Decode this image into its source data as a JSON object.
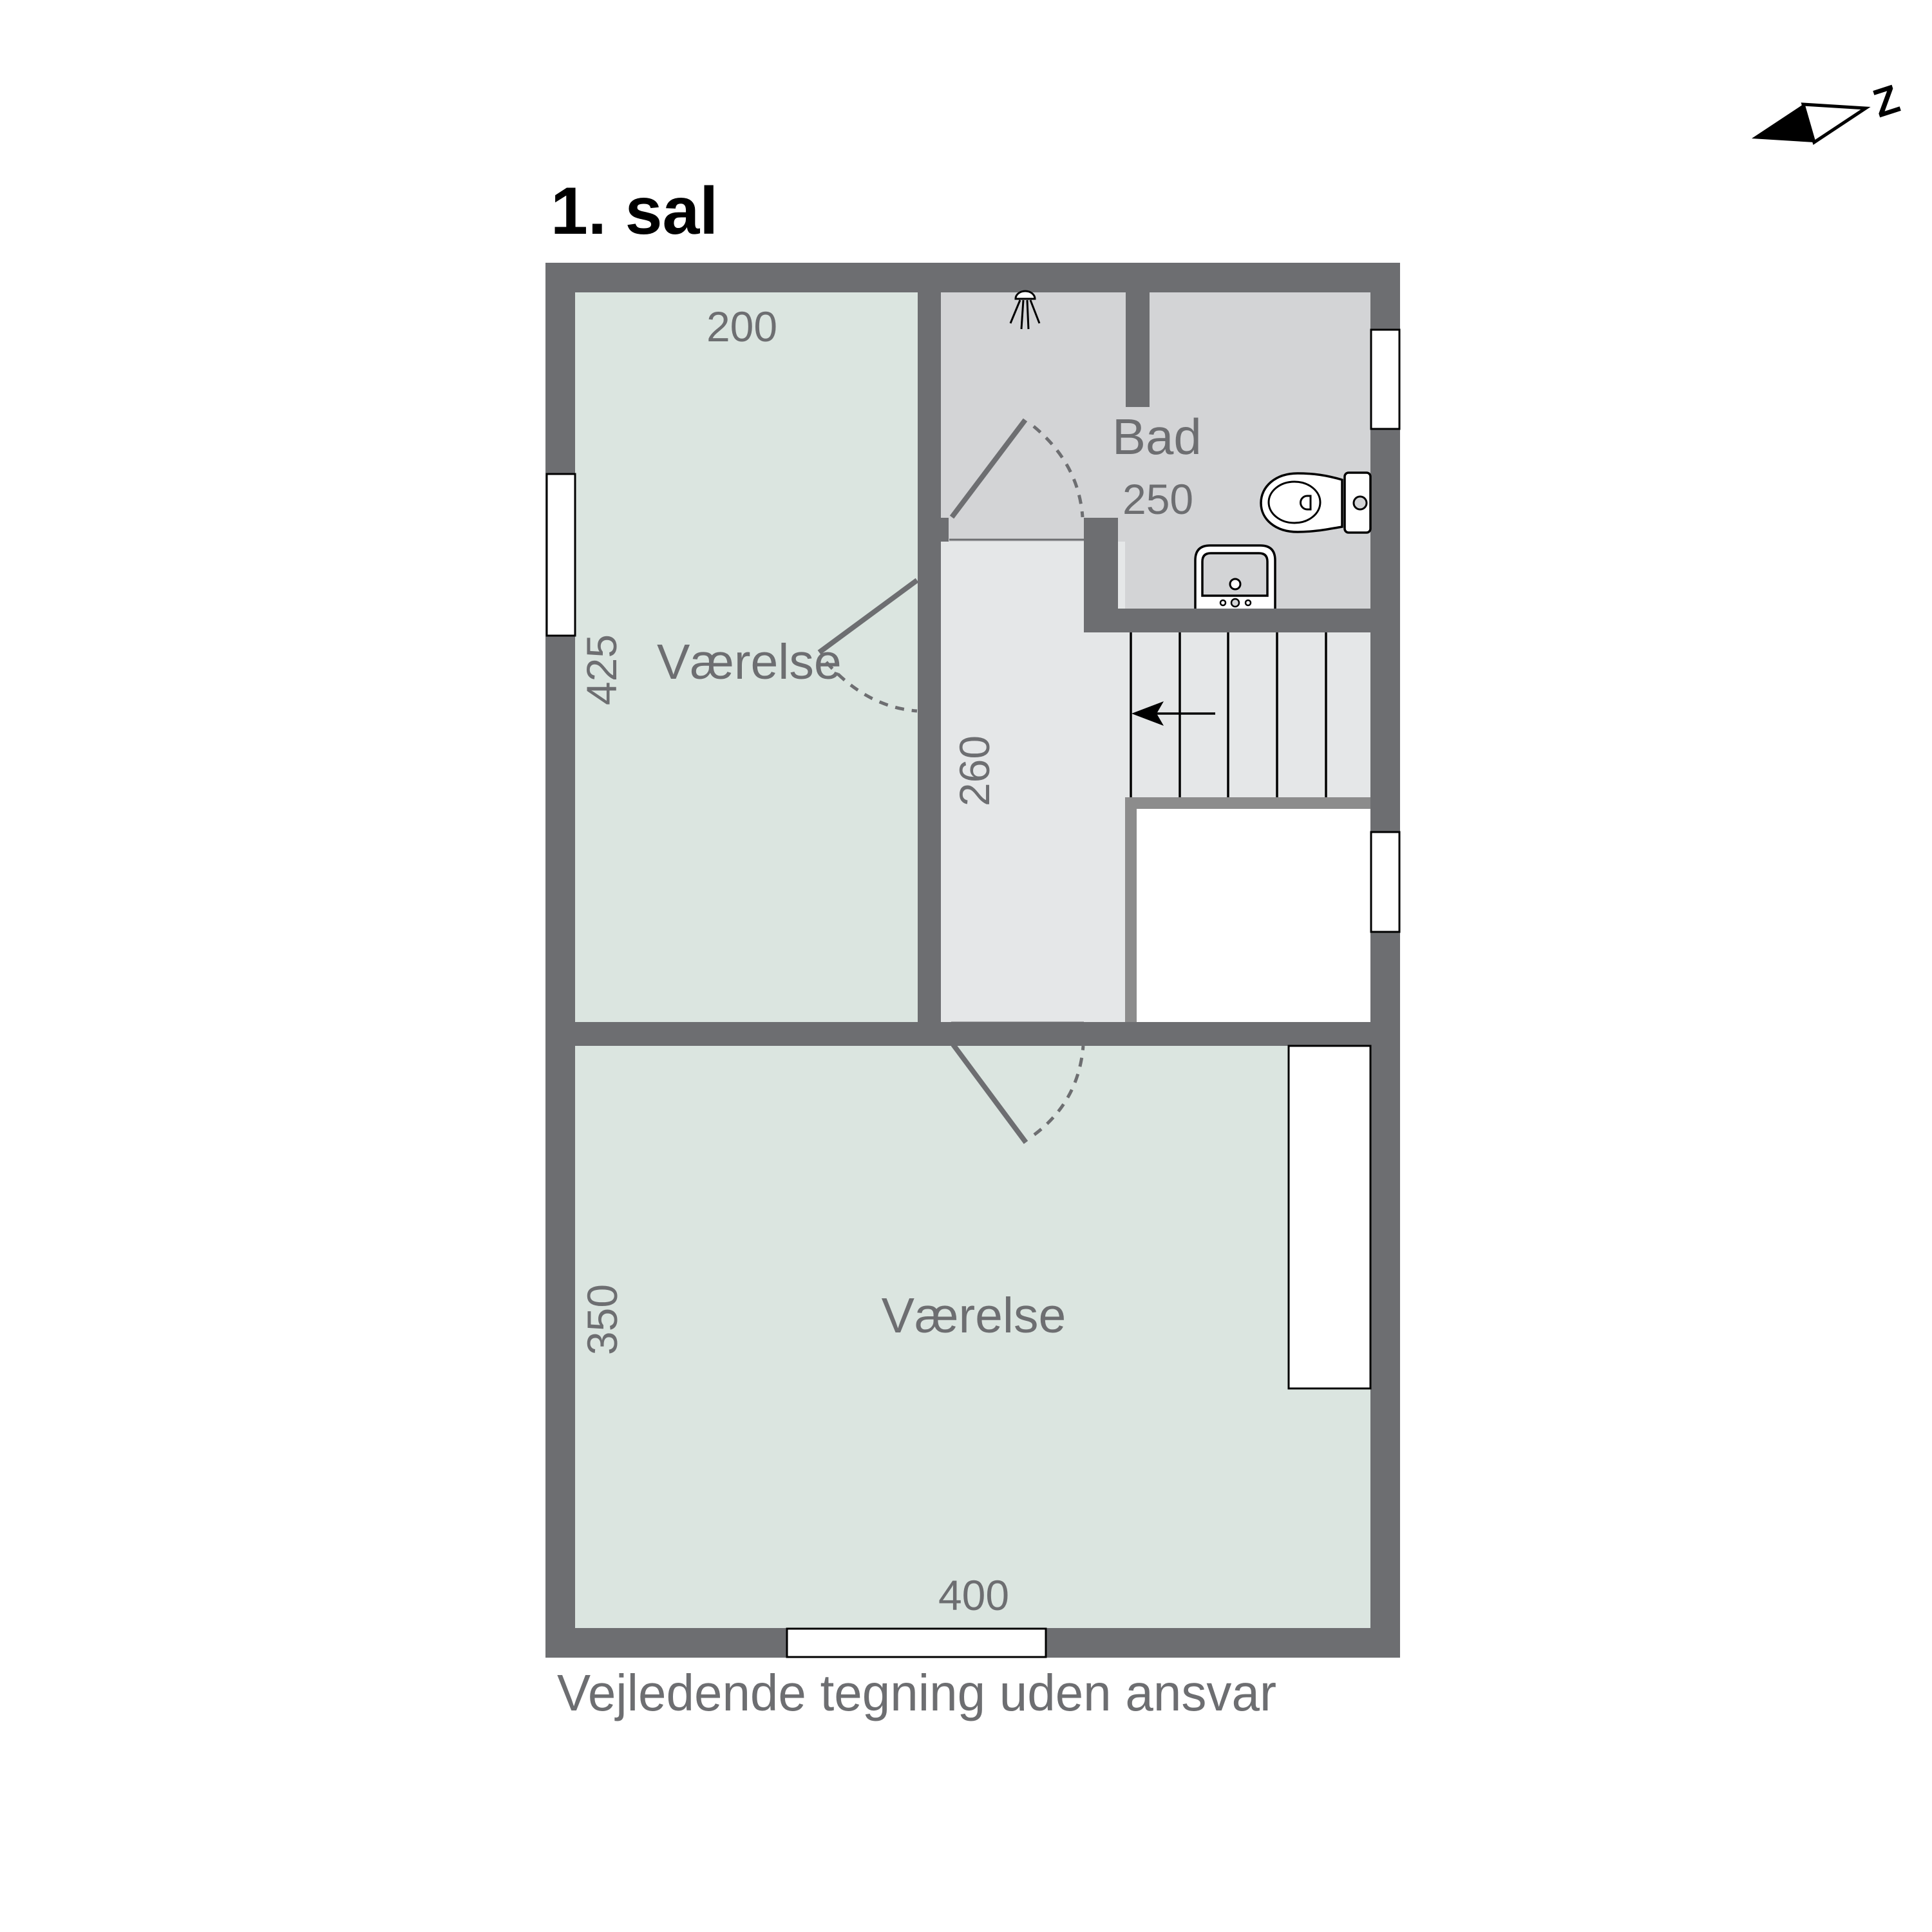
{
  "plan": {
    "title": "1. sal",
    "disclaimer": "Vejledende tegning uden ansvar",
    "compass_label": "Z",
    "colors": {
      "wall": "#6d6e71",
      "bedroom_fill": "#dbe5e0",
      "bath_fill": "#d3d4d6",
      "hall_fill": "#e5e7e8",
      "text": "#6d6e71"
    }
  },
  "rooms": {
    "bedroom_upper": {
      "name": "Værelse",
      "width": "200",
      "length": "425"
    },
    "bathroom": {
      "name": "Bad",
      "dimension": "250"
    },
    "hallway": {
      "dimension": "260"
    },
    "bedroom_lower": {
      "name": "Værelse",
      "width": "400",
      "length": "350"
    }
  },
  "icons": {
    "compass": "north-arrow-icon",
    "shower": "shower-icon",
    "toilet": "toilet-icon",
    "sink": "sink-icon",
    "stair_arrow": "stair-direction-arrow-icon"
  }
}
